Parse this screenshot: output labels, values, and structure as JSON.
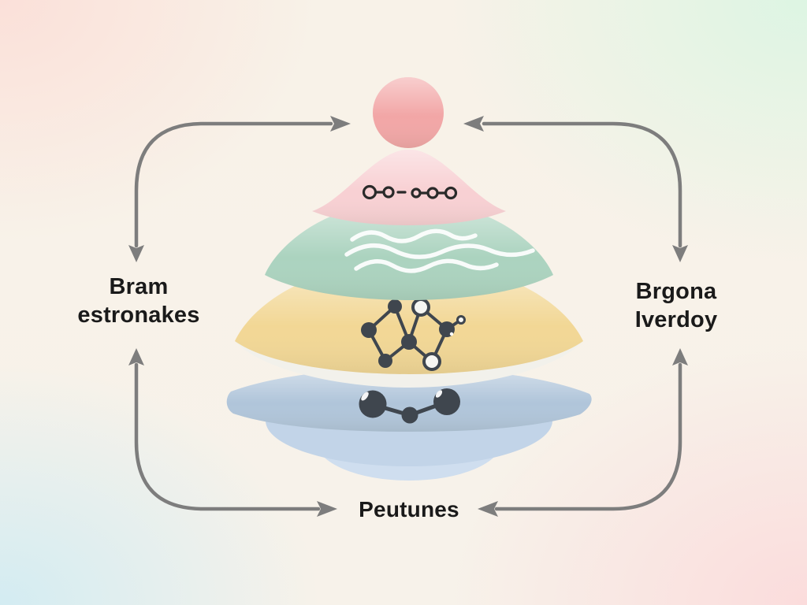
{
  "diagram": {
    "title": "layered-cone-diagram",
    "labels": {
      "left": {
        "line1": "Bram",
        "line2": "estronakes"
      },
      "right": {
        "line1": "Brgona",
        "line2": "Iverdoy"
      },
      "bottom": "Peutunes"
    },
    "layers": [
      {
        "name": "top-circle",
        "color": "#f2a6a6",
        "icon": ""
      },
      {
        "name": "pink-cone",
        "color": "#f8d0d3",
        "icon": "chain-molecule-icon"
      },
      {
        "name": "green-layer",
        "color": "#abd3bf",
        "icon": "waves-icon"
      },
      {
        "name": "yellow-layer",
        "color": "#f2d795",
        "icon": "ring-molecule-icon"
      },
      {
        "name": "blue-layer",
        "color": "#b0c5da",
        "icon": "triatomic-molecule-icon"
      }
    ],
    "colors": {
      "arrow": "#7d7d7d",
      "text": "#1a1a1a",
      "molecule_dark": "#3f464e",
      "icon_stroke": "#2a2a2a",
      "wave_white": "#ffffff",
      "underside": "#f2f1eb",
      "blue_mid": "#c2d4e8",
      "blue_tip": "#cfdeef",
      "hollow_fill": "#f6f6f2",
      "bg_top_left": "#fbe0d9",
      "bg_top_right": "#ddf5e3",
      "bg_bottom_left": "#d3ecf2",
      "bg_bottom_right": "#fbdcdc"
    }
  }
}
